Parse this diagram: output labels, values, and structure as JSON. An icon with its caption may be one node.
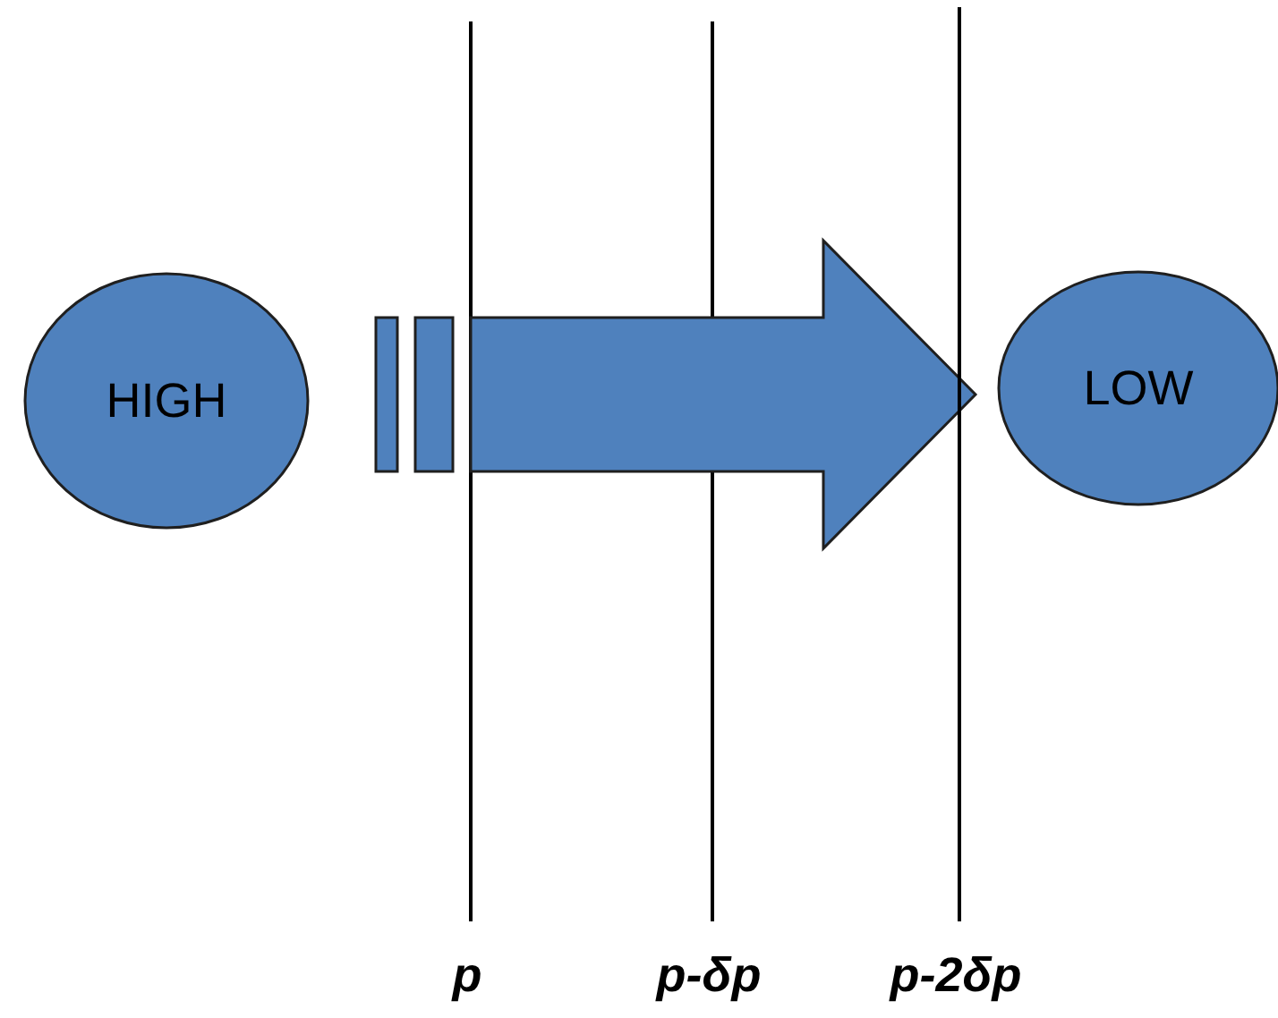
{
  "diagram": {
    "nodes": [
      {
        "text": [
          "HIGH"
        ]
      },
      {
        "text": [
          "LOW"
        ]
      }
    ],
    "edges": [
      {
        "from": 0,
        "to": 1,
        "arrow": "to",
        "style": "thick"
      }
    ],
    "labels": [
      "p",
      "p-δp",
      "p-2δp"
    ]
  }
}
